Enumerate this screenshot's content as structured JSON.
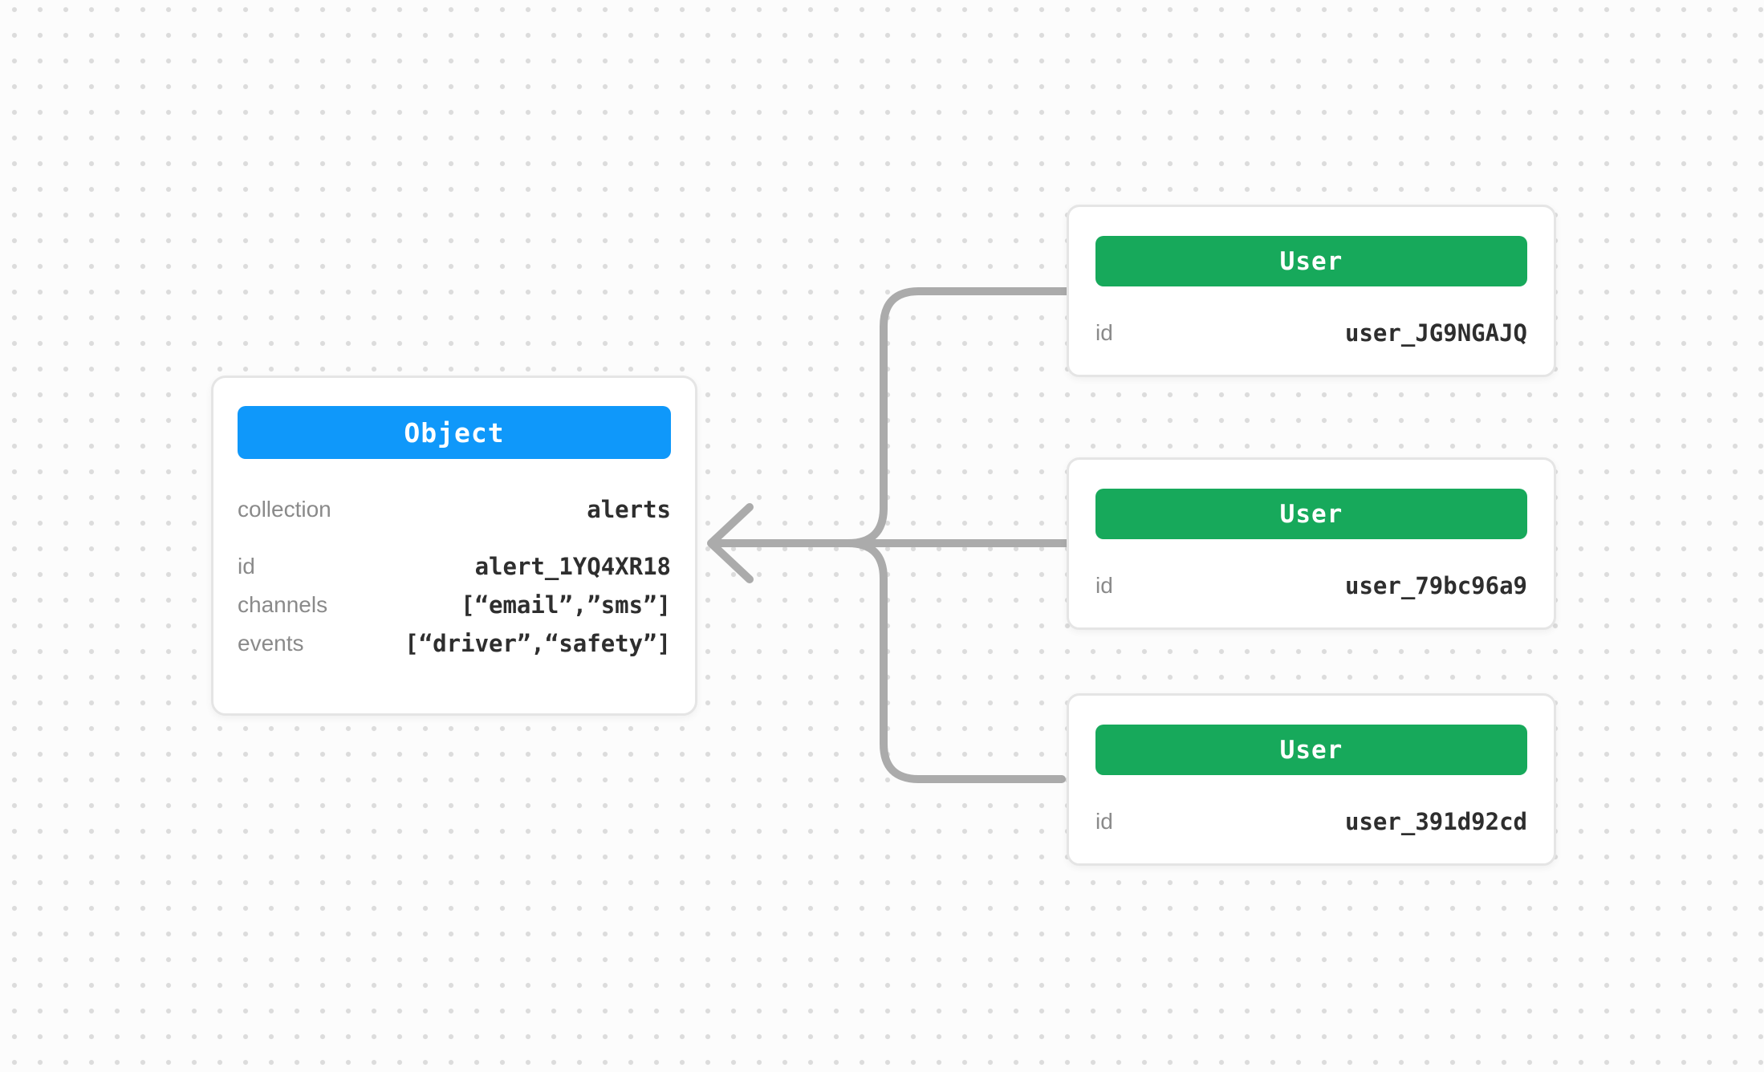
{
  "colors": {
    "background": "#fcfcfc",
    "grid_dot": "#dcdcdc",
    "connector": "#ababab",
    "object_header_bg": "#0f98fa",
    "user_header_bg": "#17a95b",
    "card_border": "#e5e5e5",
    "card_background": "#ffffff",
    "label_text": "#8a8a8a",
    "value_text": "#2e2e2e",
    "header_text": "#ffffff"
  },
  "object_card": {
    "title": "Object",
    "rows": [
      {
        "label": "collection",
        "value": "alerts"
      },
      {
        "label": "id",
        "value": "alert_1YQ4XR18"
      },
      {
        "label": "channels",
        "value": "[“email”,”sms”]"
      },
      {
        "label": "events",
        "value": "[“driver”,“safety”]"
      }
    ]
  },
  "user_cards": [
    {
      "title": "User",
      "id_label": "id",
      "id_value": "user_JG9NGAJQ"
    },
    {
      "title": "User",
      "id_label": "id",
      "id_value": "user_79bc96a9"
    },
    {
      "title": "User",
      "id_label": "id",
      "id_value": "user_391d92cd"
    }
  ],
  "connections": [
    {
      "from": "user_JG9NGAJQ",
      "to": "alert_1YQ4XR18"
    },
    {
      "from": "user_79bc96a9",
      "to": "alert_1YQ4XR18"
    },
    {
      "from": "user_391d92cd",
      "to": "alert_1YQ4XR18"
    }
  ]
}
